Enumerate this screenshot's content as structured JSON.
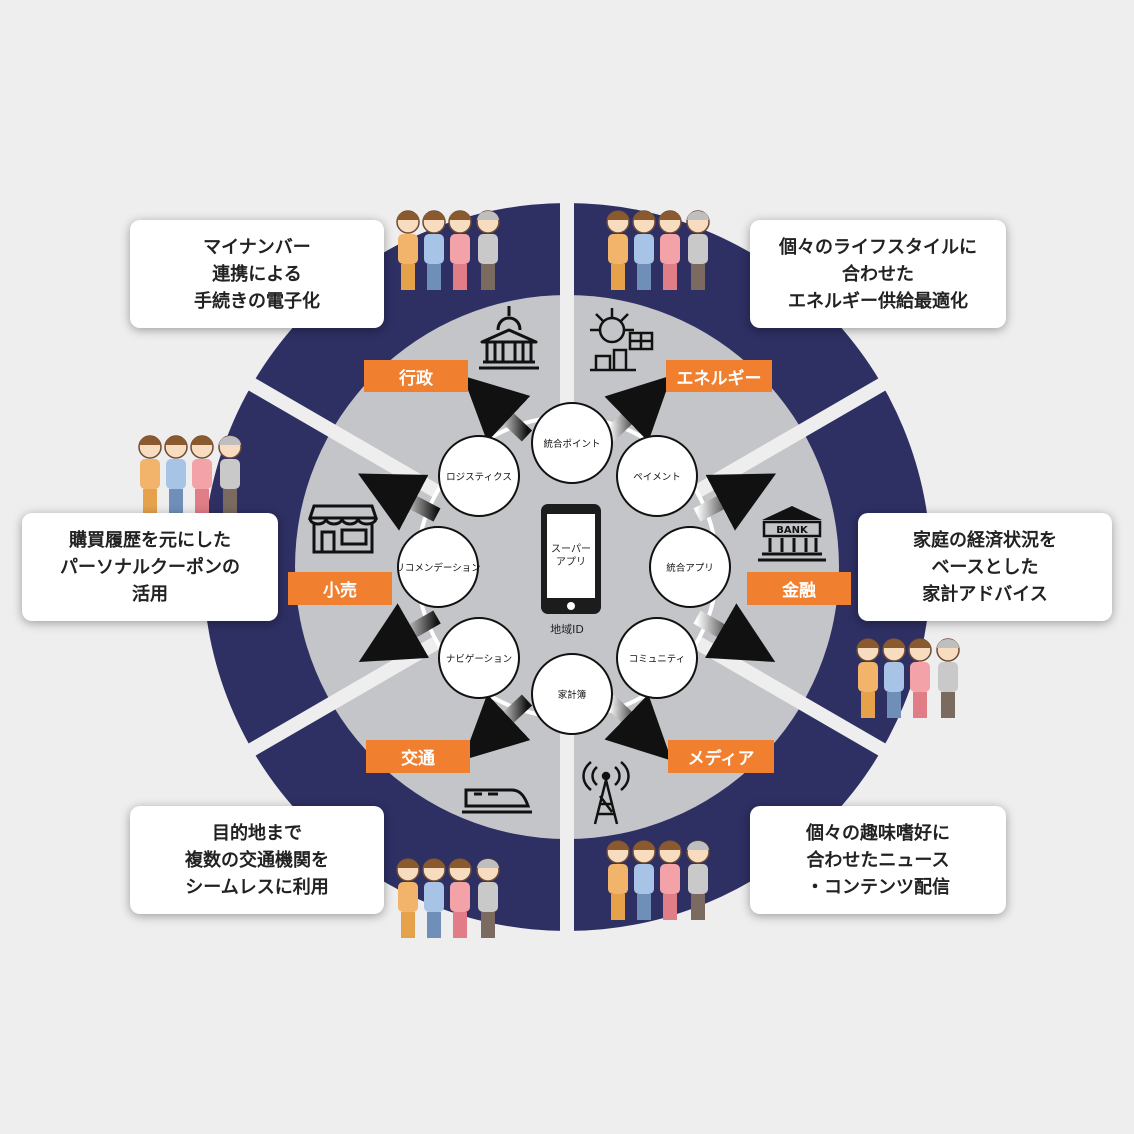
{
  "center": {
    "app": [
      "スーパー",
      "アプリ"
    ],
    "id_label": "地域ID"
  },
  "services": [
    "統合ポイント",
    "ペイメント",
    "統合アプリ",
    "コミュニティ",
    "家計簿",
    "ナビゲーション",
    "リコメンデーション",
    "ロジスティクス"
  ],
  "sectors": {
    "gyosei": {
      "label": "行政",
      "callout": [
        "マイナンバー",
        "連携による",
        "手続きの電子化"
      ],
      "icon": "government-building-icon"
    },
    "energy": {
      "label": "エネルギー",
      "callout": [
        "個々のライフスタイルに",
        "合わせた",
        "エネルギー供給最適化"
      ],
      "icon": "smart-energy-icon"
    },
    "kinyu": {
      "label": "金融",
      "callout": [
        "家庭の経済状況を",
        "ベースとした",
        "家計アドバイス"
      ],
      "icon": "bank-icon",
      "icon_text": "BANK"
    },
    "media": {
      "label": "メディア",
      "callout": [
        "個々の趣味嗜好に",
        "合わせたニュース",
        "・コンテンツ配信"
      ],
      "icon": "broadcast-tower-icon"
    },
    "kotsu": {
      "label": "交通",
      "callout": [
        "目的地まで",
        "複数の交通機関を",
        "シームレスに利用"
      ],
      "icon": "train-icon"
    },
    "kouri": {
      "label": "小売",
      "callout": [
        "購買履歴を元にした",
        "パーソナルクーポンの",
        "活用"
      ],
      "icon": "store-icon"
    }
  },
  "colors": {
    "background": "#eeeeee",
    "outer_ring": "#2e2f63",
    "inner_ring": "#c4c5c9",
    "label": "#f08030",
    "divider": "#eeeeee"
  }
}
